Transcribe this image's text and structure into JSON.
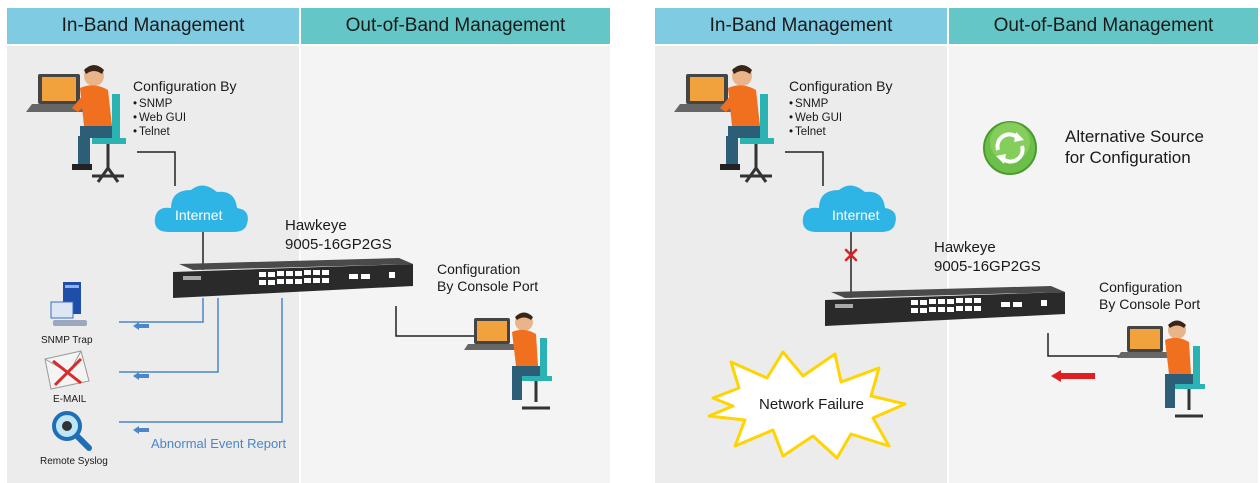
{
  "left": {
    "header_inband": "In-Band Management",
    "header_outband": "Out-of-Band Management",
    "config_title": "Configuration By",
    "config_methods": [
      "SNMP",
      "Web GUI",
      "Telnet"
    ],
    "cloud_label": "Internet",
    "device_name_1": "Hawkeye",
    "device_name_2": "9005-16GP2GS",
    "console_1": "Configuration",
    "console_2": "By Console Port",
    "snmp_trap": "SNMP Trap",
    "email": "E-MAIL",
    "syslog": "Remote Syslog",
    "event_report": "Abnormal Event Report"
  },
  "right": {
    "header_inband": "In-Band Management",
    "header_outband": "Out-of-Band Management",
    "config_title": "Configuration By",
    "config_methods": [
      "SNMP",
      "Web GUI",
      "Telnet"
    ],
    "cloud_label": "Internet",
    "device_name_1": "Hawkeye",
    "device_name_2": "9005-16GP2GS",
    "console_1": "Configuration",
    "console_2": "By Console Port",
    "alt_1": "Alternative Source",
    "alt_2": "for Configuration",
    "failure": "Network Failure"
  },
  "colors": {
    "inband_header": "#7ecbe2",
    "outband_header": "#64c6c6",
    "arrow_blue": "#4a86c8",
    "fail_red": "#e02020",
    "burst_yellow": "#ffd400"
  }
}
